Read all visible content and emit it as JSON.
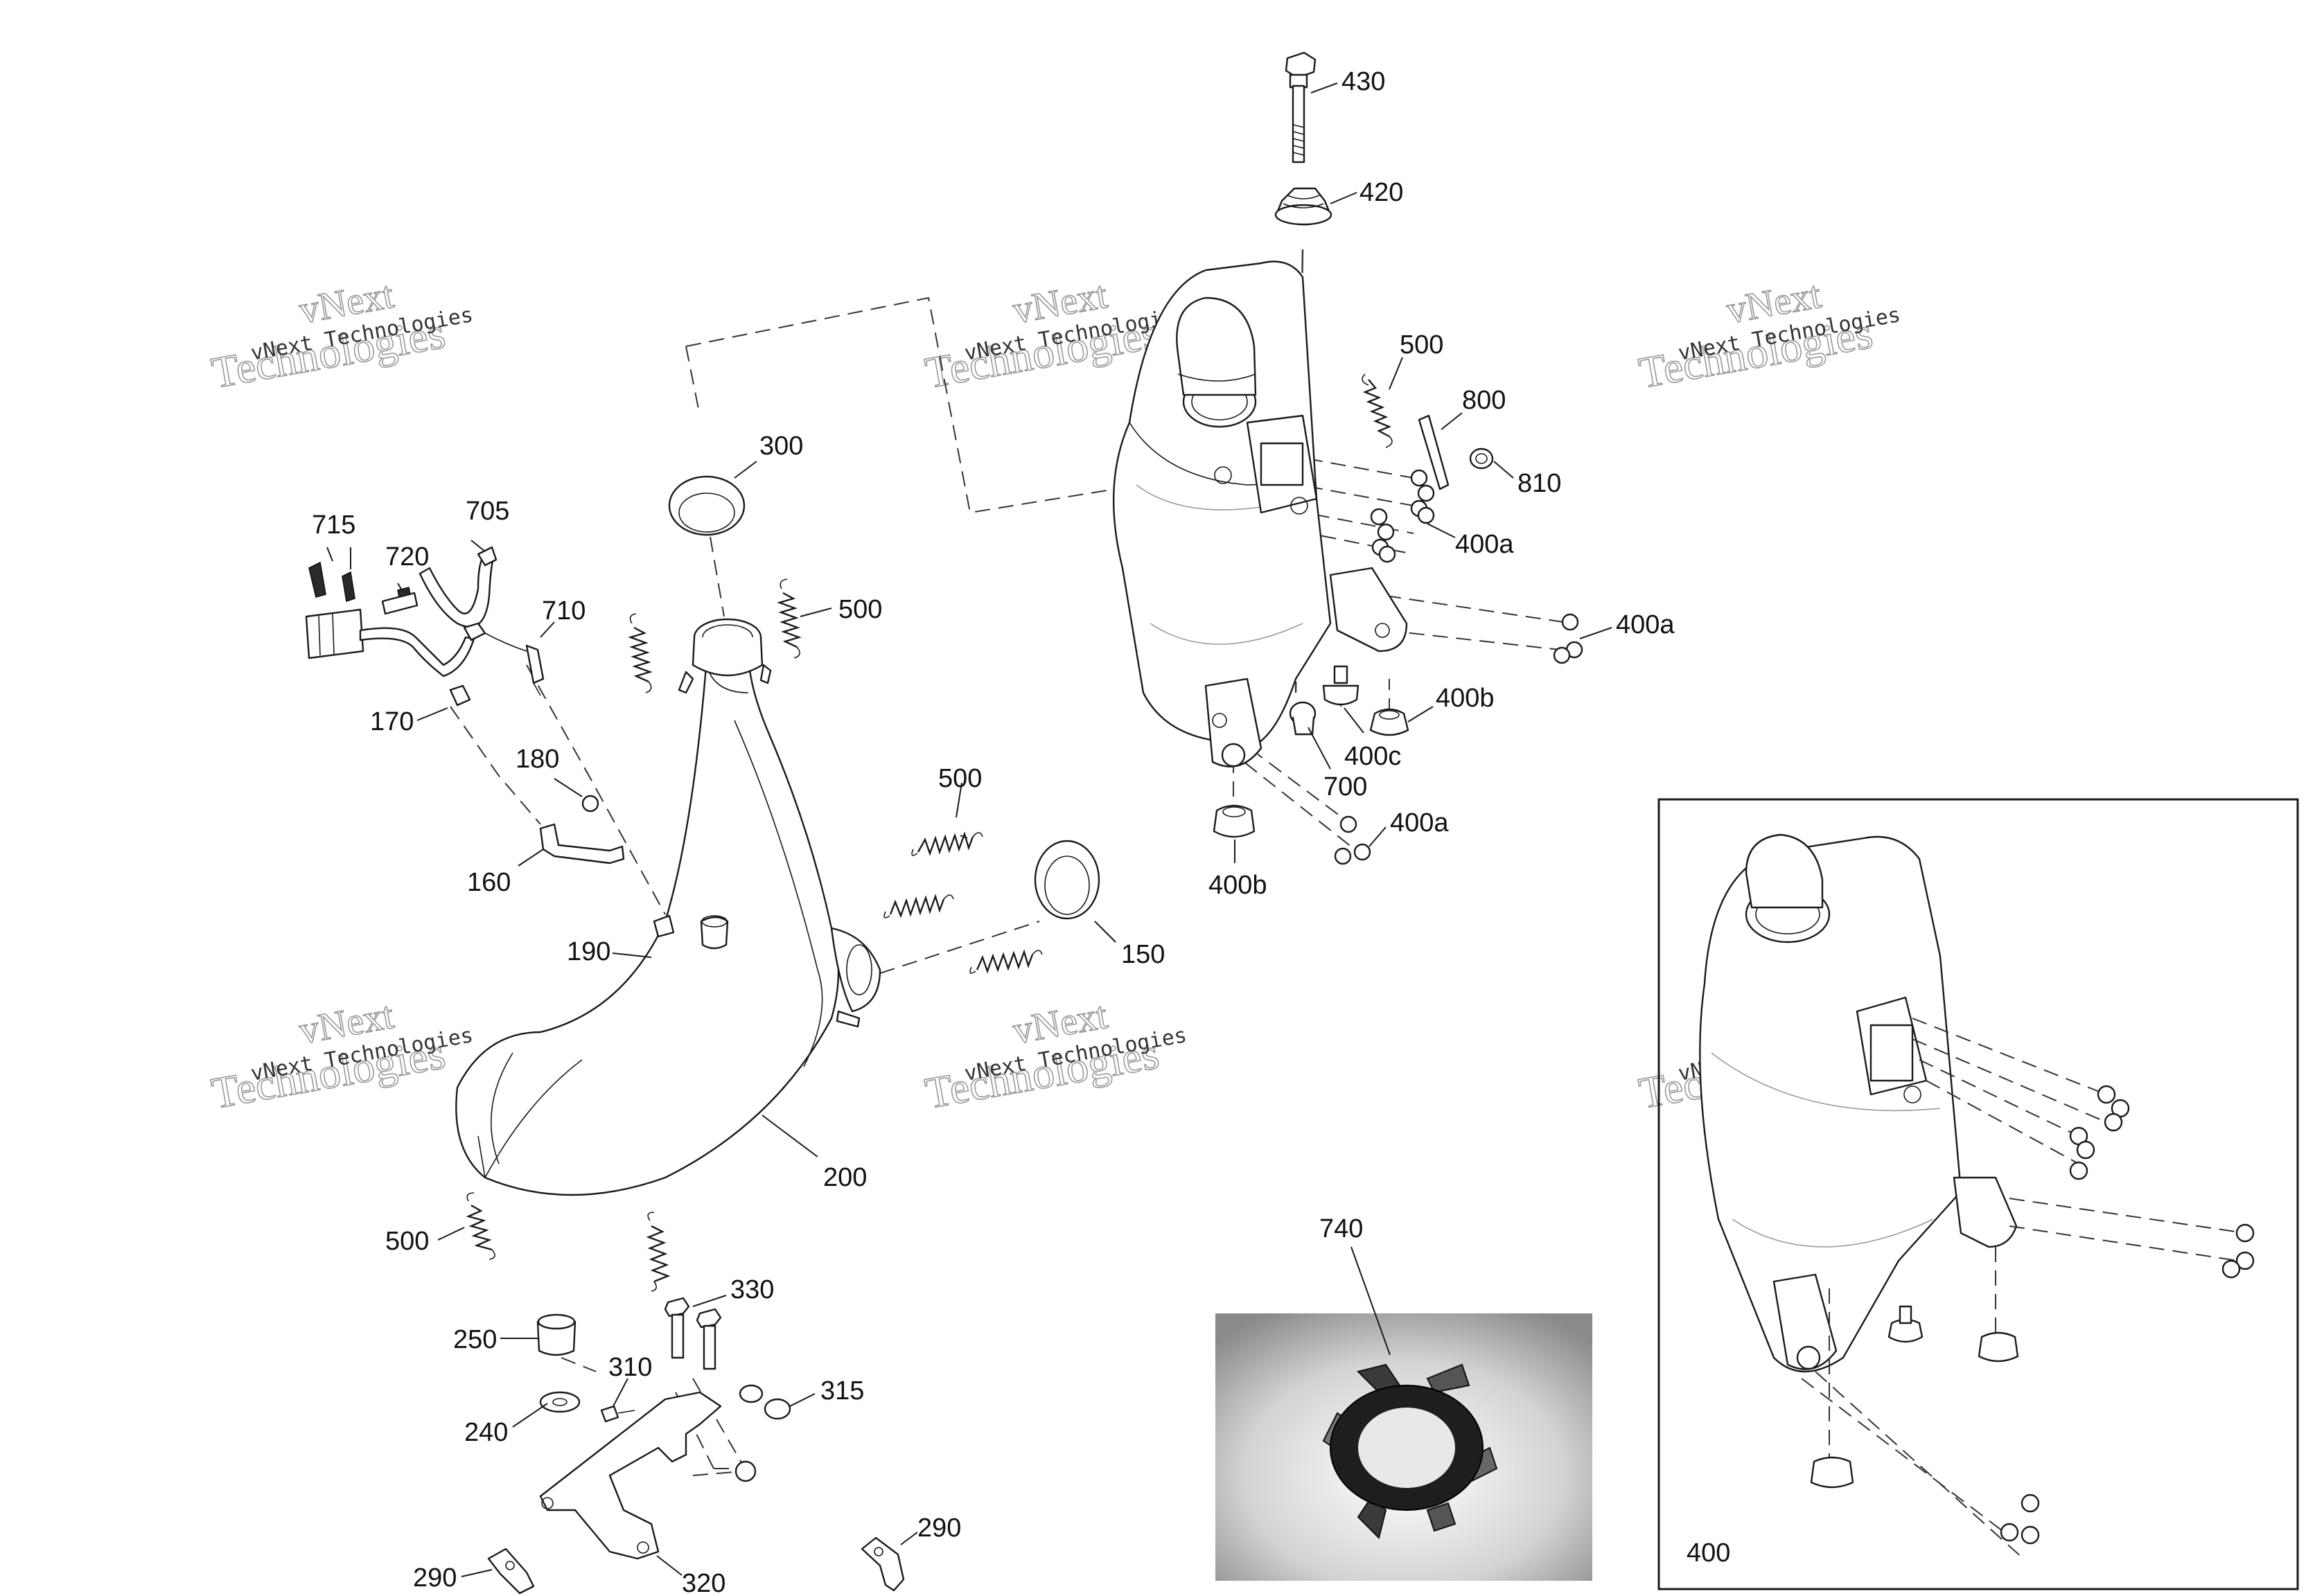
{
  "callouts": {
    "c430": "430",
    "c420": "420",
    "c500_top": "500",
    "c800": "800",
    "c810": "810",
    "c400a_1": "400a",
    "c400a_2": "400a",
    "c400a_3": "400a",
    "c400b_1": "400b",
    "c400b_2": "400b",
    "c400c": "400c",
    "c700": "700",
    "c300": "300",
    "c500_mid": "500",
    "c715": "715",
    "c705": "705",
    "c720": "720",
    "c710": "710",
    "c170": "170",
    "c180": "180",
    "c160": "160",
    "c190": "190",
    "c500_right": "500",
    "c150": "150",
    "c200": "200",
    "c500_low": "500",
    "c330": "330",
    "c250": "250",
    "c310": "310",
    "c315": "315",
    "c240": "240",
    "c290_left": "290",
    "c290_right": "290",
    "c320": "320",
    "c740": "740",
    "c400_inset": "400"
  },
  "watermark": {
    "line1": "vNext",
    "line2": "Technologies",
    "small": "vNext Technologies"
  }
}
